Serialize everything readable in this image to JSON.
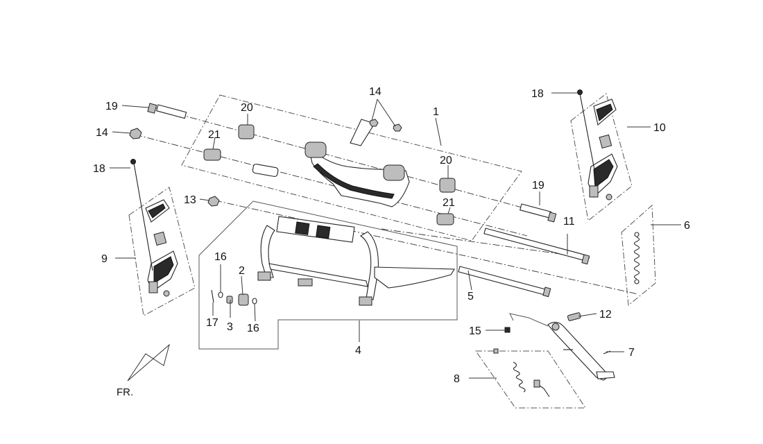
{
  "callouts": {
    "c1": "1",
    "c2": "2",
    "c3": "3",
    "c4": "4",
    "c5": "5",
    "c6": "6",
    "c7": "7",
    "c8": "8",
    "c9": "9",
    "c10": "10",
    "c11": "11",
    "c12": "12",
    "c13": "13",
    "c14a": "14",
    "c14b": "14",
    "c15": "15",
    "c16a": "16",
    "c16b": "16",
    "c17": "17",
    "c18a": "18",
    "c18b": "18",
    "c19a": "19",
    "c19b": "19",
    "c20a": "20",
    "c20b": "20",
    "c21a": "21",
    "c21b": "21"
  },
  "direction_label": "FR.",
  "icons": {
    "front_arrow": "front-direction-arrow-icon"
  }
}
